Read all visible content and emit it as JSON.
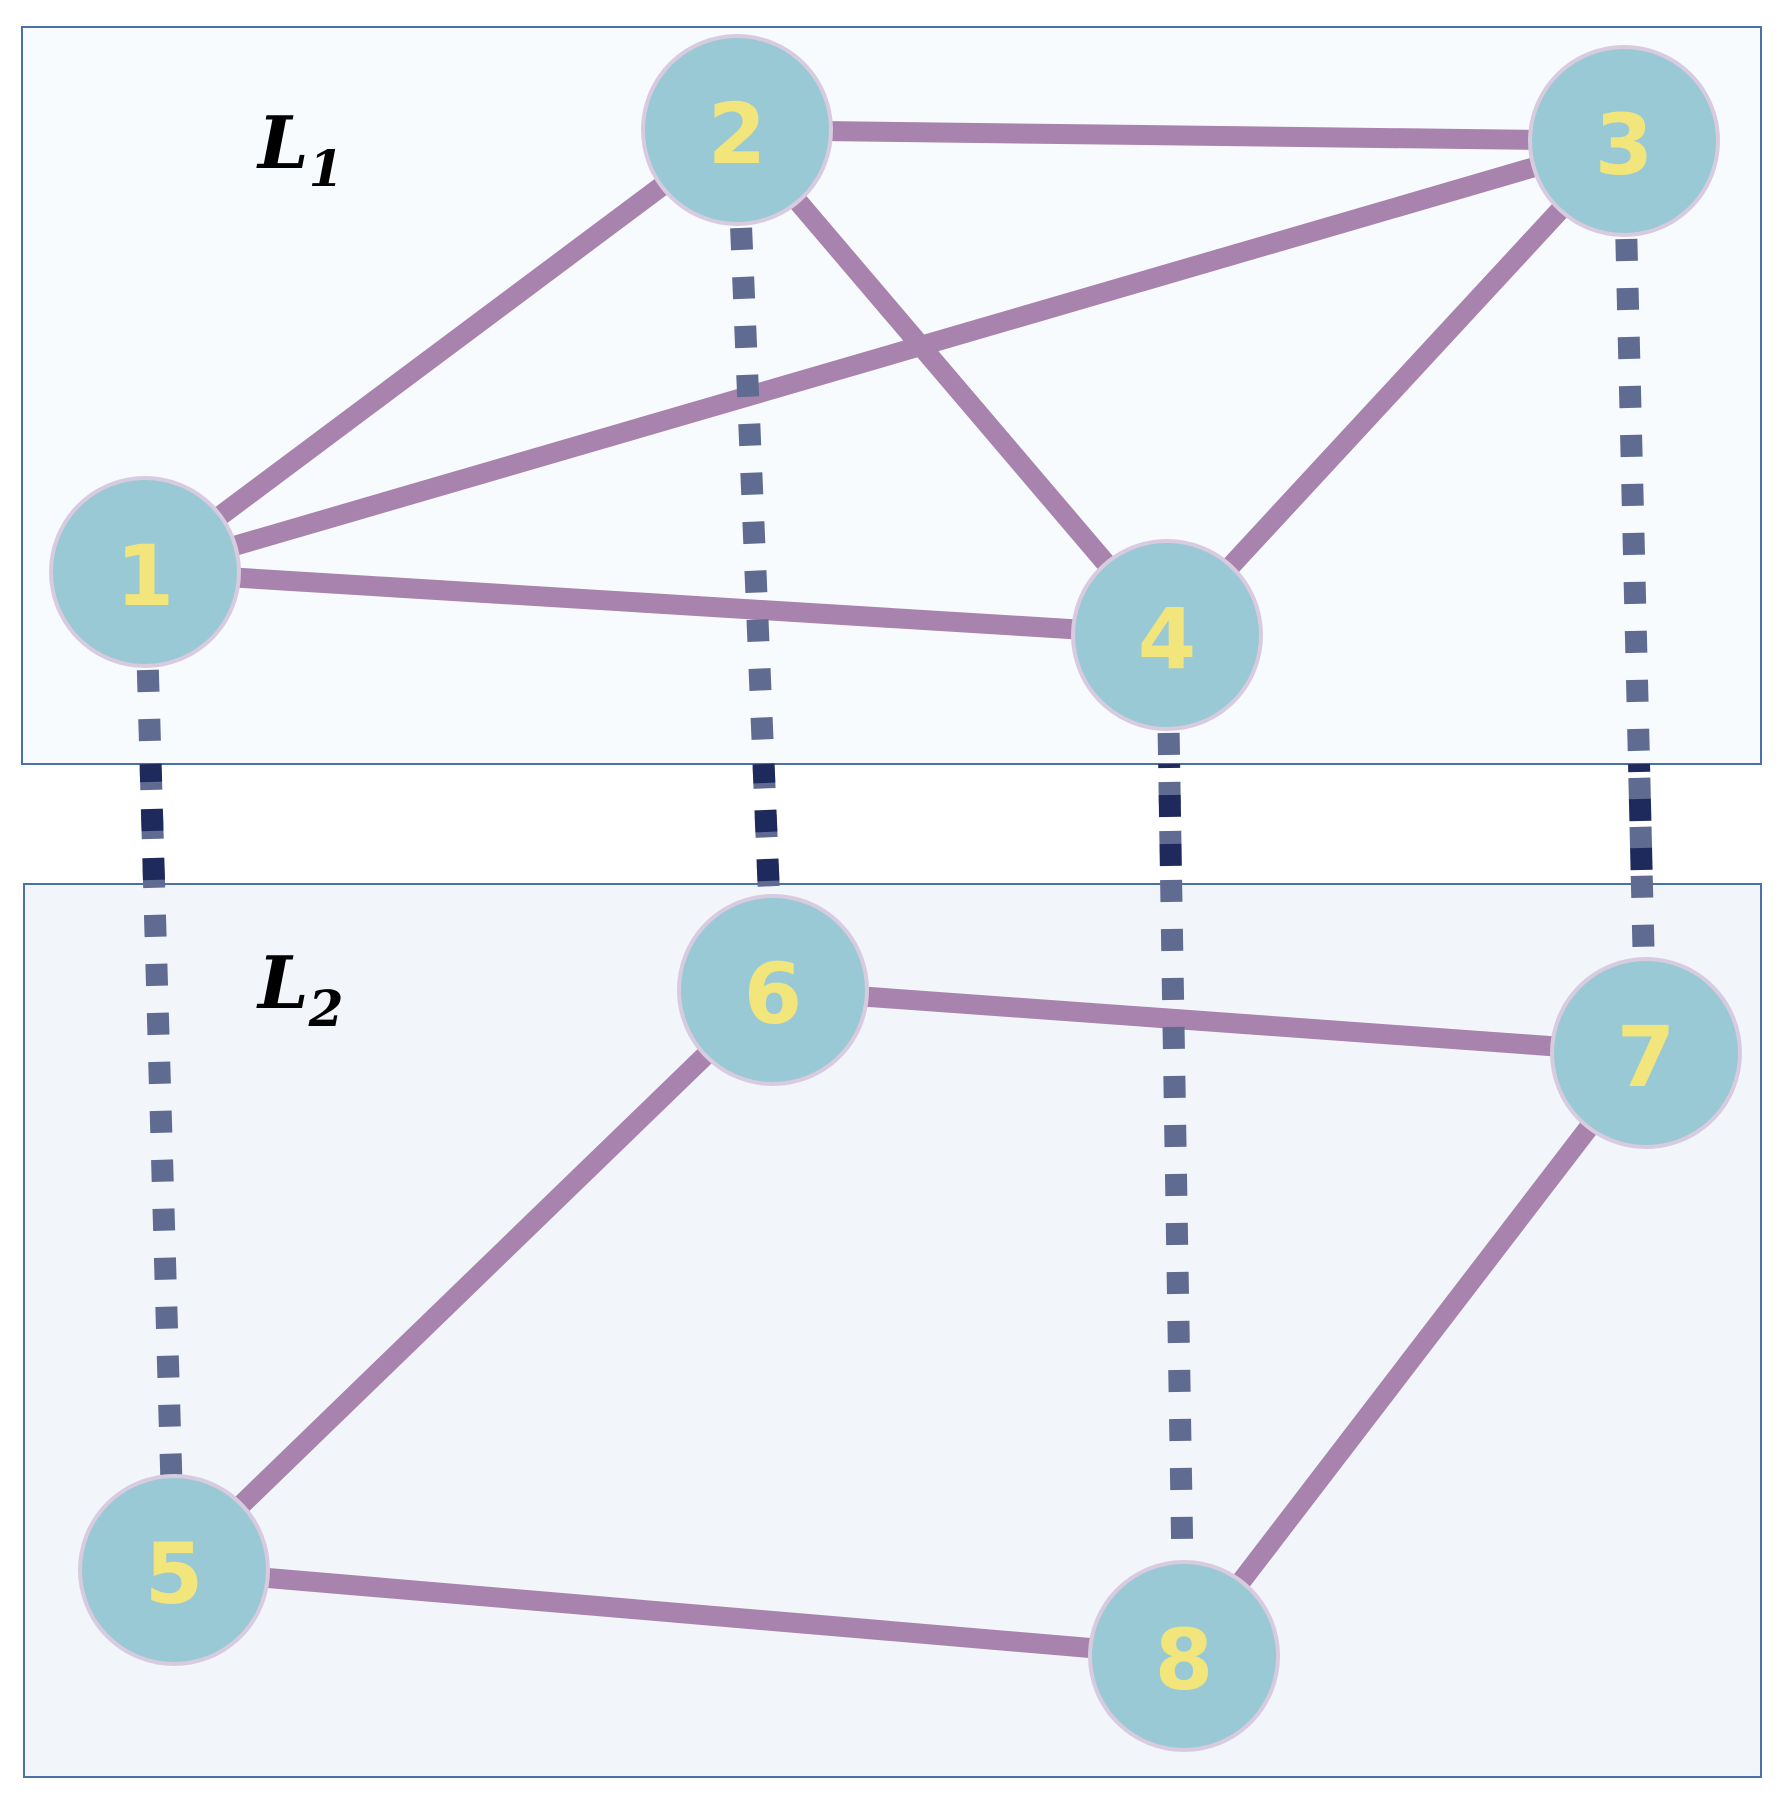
{
  "colors": {
    "layer1_fill": "#f8fbfe",
    "layer2_fill": "#f2f5fa",
    "layer_border": "#4a72a8",
    "intra_edge": "#a783ad",
    "inter_edge": "#5f6b90",
    "inter_edge_dark": "#1f2a5c",
    "node_fill": "#99c9d4",
    "node_label": "#f1e57c"
  },
  "layers": [
    {
      "id": "L1",
      "label_main": "L",
      "label_sub": "1"
    },
    {
      "id": "L2",
      "label_main": "L",
      "label_sub": "2"
    }
  ],
  "nodes": [
    {
      "id": "1",
      "label": "1",
      "layer": "L1"
    },
    {
      "id": "2",
      "label": "2",
      "layer": "L1"
    },
    {
      "id": "3",
      "label": "3",
      "layer": "L1"
    },
    {
      "id": "4",
      "label": "4",
      "layer": "L1"
    },
    {
      "id": "5",
      "label": "5",
      "layer": "L2"
    },
    {
      "id": "6",
      "label": "6",
      "layer": "L2"
    },
    {
      "id": "7",
      "label": "7",
      "layer": "L2"
    },
    {
      "id": "8",
      "label": "8",
      "layer": "L2"
    }
  ],
  "intra_layer_edges": [
    [
      "1",
      "2"
    ],
    [
      "1",
      "3"
    ],
    [
      "1",
      "4"
    ],
    [
      "2",
      "3"
    ],
    [
      "2",
      "4"
    ],
    [
      "3",
      "4"
    ],
    [
      "5",
      "6"
    ],
    [
      "5",
      "8"
    ],
    [
      "6",
      "7"
    ],
    [
      "7",
      "8"
    ]
  ],
  "inter_layer_edges": [
    [
      "1",
      "5"
    ],
    [
      "2",
      "6"
    ],
    [
      "4",
      "8"
    ],
    [
      "3",
      "7"
    ]
  ]
}
